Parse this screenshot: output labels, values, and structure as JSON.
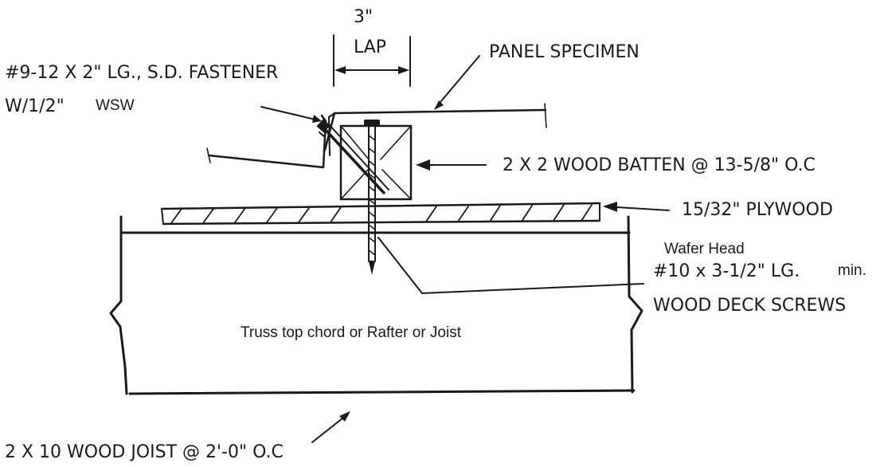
{
  "labels": {
    "lap_top": "3\"",
    "lap_bottom": "LAP",
    "panel_specimen": "PANEL SPECIMEN",
    "fastener_line1": "#9-12 X 2\" LG., S.D. FASTENER",
    "fastener_line2": "W/1/2\"",
    "fastener_wsw": "WSW",
    "batten": "2 X 2 WOOD BATTEN @ 13-5/8\" O.C",
    "plywood": "15/32\" PLYWOOD",
    "screw_wafer": "Wafer Head",
    "screw_size": "#10 x 3-1/2\" LG.",
    "screw_min": "min.",
    "screw_type": "WOOD DECK SCREWS",
    "member": "Truss top chord or Rafter or Joist",
    "joist": "2 X 10 WOOD JOIST @ 2'-0\" O.C"
  },
  "colors": {
    "ink": "#1a1a1a",
    "background": "#ffffff"
  }
}
